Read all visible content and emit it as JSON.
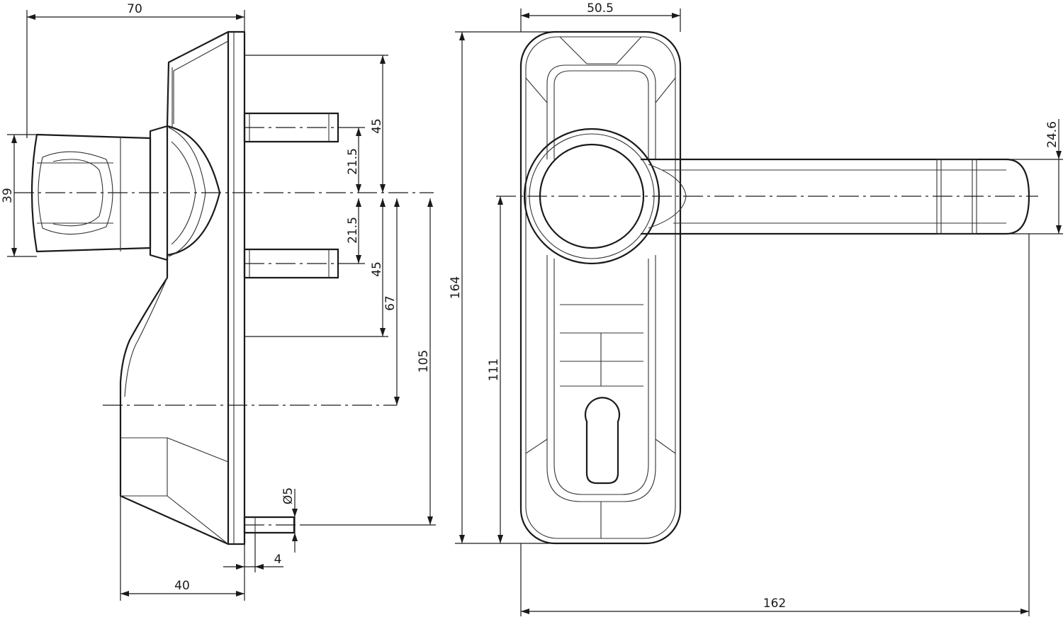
{
  "dimensions": {
    "side_view": {
      "total_depth": "70",
      "rose_height": "39",
      "pin_offset_upper": "45",
      "pin_offset_lower": "45",
      "half_spacing_upper": "21.5",
      "half_spacing_lower": "21.5",
      "spacing_67": "67",
      "spacing_105": "105",
      "pin_diameter": "Ø5",
      "pin_length": "4",
      "depth_40": "40"
    },
    "front_view": {
      "plate_width": "50.5",
      "plate_height": "164",
      "center_to_bottom": "111",
      "handle_length": "162",
      "lever_diameter": "24.6"
    }
  },
  "colors": {
    "line": "#1a1a1a",
    "background": "#ffffff"
  }
}
